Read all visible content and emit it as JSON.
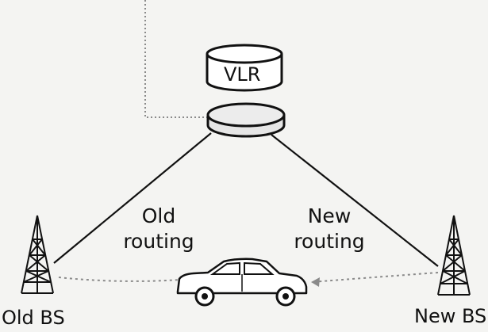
{
  "diagram": {
    "vlr_label": "VLR",
    "old_routing": {
      "line1": "Old",
      "line2": "routing"
    },
    "new_routing": {
      "line1": "New",
      "line2": "routing"
    },
    "old_bs_label": "Old BS",
    "new_bs_label": "New BS"
  }
}
